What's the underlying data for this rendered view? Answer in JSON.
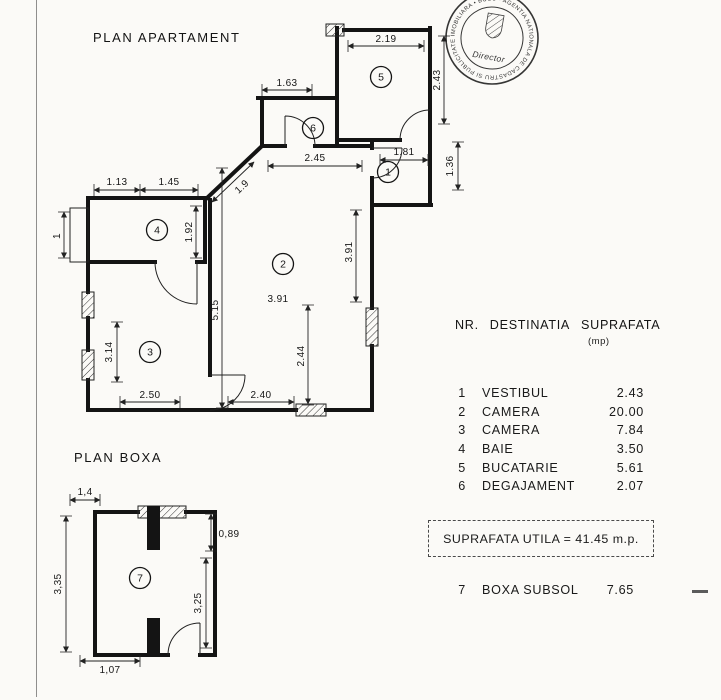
{
  "page": {
    "apartment_title": "PLAN APARTAMENT",
    "boxa_title": "PLAN BOXA"
  },
  "stamp": {
    "ring_text": "• AGENTIA NATIONALA DE CADASTRU SI PUBLICITATE IMOBILIARA • BUCURESTI",
    "director": "Director"
  },
  "apartment": {
    "rooms": {
      "r1": "1",
      "r2": "2",
      "r3": "3",
      "r4": "4",
      "r5": "5",
      "r6": "6"
    },
    "dims": {
      "top_width": "2.19",
      "right_height": "2.43",
      "hall_width": "1.63",
      "vest_width": "1.81",
      "right_side": "1.36",
      "corridor": "2.45",
      "diag": "1.9",
      "bath_a": "1.13",
      "bath_b": "1.45",
      "bath_h": "1.92",
      "c2_right": "3.91",
      "c2_height": "5.15",
      "c2_width": "3.91",
      "nook": "2.44",
      "c3_height": "3.14",
      "c3_width": "2.50",
      "c2_bottom": "2.40",
      "shaft": "1"
    }
  },
  "boxa": {
    "room": "7",
    "dims": {
      "top": "1,4",
      "inner": "0,89",
      "left": "3,35",
      "right": "3,25",
      "bottom": "1,07"
    }
  },
  "table": {
    "nr_label": "NR.",
    "dest_label": "DESTINATIA",
    "area_label": "SUPRAFATA",
    "unit": "(mp)",
    "rows": [
      {
        "nr": "1",
        "name": "VESTIBUL",
        "area": "2.43"
      },
      {
        "nr": "2",
        "name": "CAMERA",
        "area": "20.00"
      },
      {
        "nr": "3",
        "name": "CAMERA",
        "area": "7.84"
      },
      {
        "nr": "4",
        "name": "BAIE",
        "area": "3.50"
      },
      {
        "nr": "5",
        "name": "BUCATARIE",
        "area": "5.61"
      },
      {
        "nr": "6",
        "name": "DEGAJAMENT",
        "area": "2.07"
      }
    ],
    "total": "SUPRAFATA UTILA = 41.45 m.p.",
    "boxa_row": {
      "nr": "7",
      "name": "BOXA SUBSOL",
      "area": "7.65"
    }
  }
}
